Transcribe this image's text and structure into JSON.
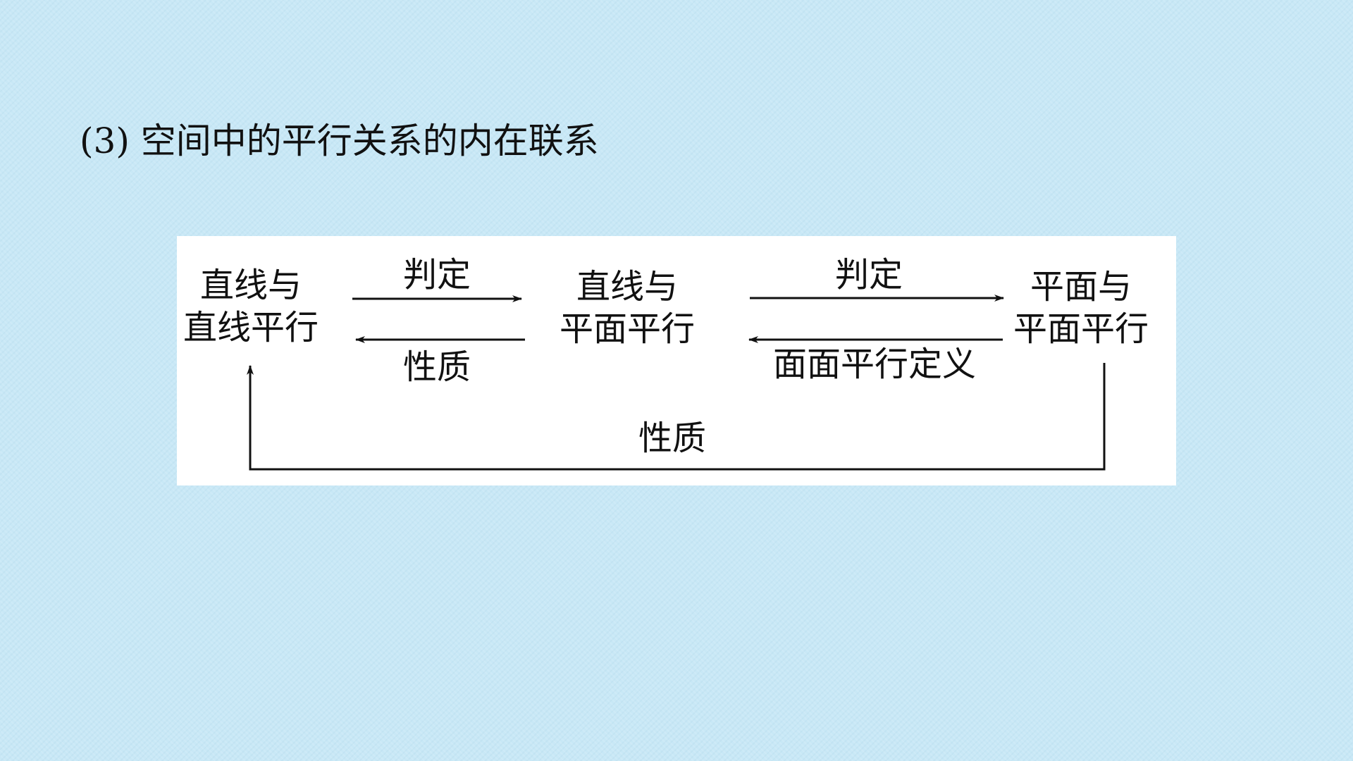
{
  "title": "(3) 空间中的平行关系的内在联系",
  "nodes": {
    "line_line": {
      "line1": "直线与",
      "line2": "直线平行"
    },
    "line_plane": {
      "line1": "直线与",
      "line2": "平面平行"
    },
    "plane_plane": {
      "line1": "平面与",
      "line2": "平面平行"
    }
  },
  "edges": {
    "ll_to_lp": "判定",
    "lp_to_ll": "性质",
    "lp_to_pp": "判定",
    "pp_to_lp": "面面平行定义",
    "pp_to_ll": "性质"
  },
  "colors": {
    "background": "#c8e8f6",
    "panel": "#ffffff",
    "ink": "#111111"
  }
}
